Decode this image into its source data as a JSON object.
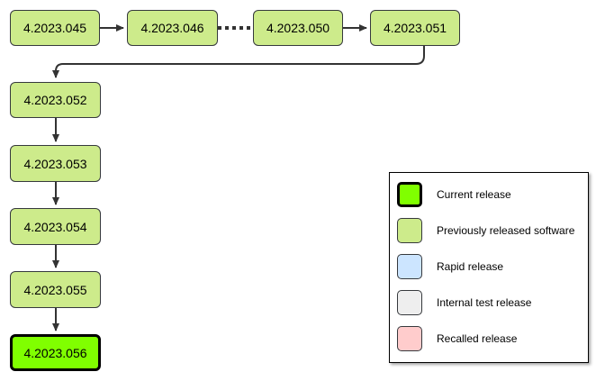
{
  "nodes": [
    {
      "id": "n045",
      "label": "4.2023.045",
      "status": "previous"
    },
    {
      "id": "n046",
      "label": "4.2023.046",
      "status": "previous"
    },
    {
      "id": "n050",
      "label": "4.2023.050",
      "status": "previous"
    },
    {
      "id": "n051",
      "label": "4.2023.051",
      "status": "previous"
    },
    {
      "id": "n052",
      "label": "4.2023.052",
      "status": "previous"
    },
    {
      "id": "n053",
      "label": "4.2023.053",
      "status": "previous"
    },
    {
      "id": "n054",
      "label": "4.2023.054",
      "status": "previous"
    },
    {
      "id": "n055",
      "label": "4.2023.055",
      "status": "previous"
    },
    {
      "id": "n056",
      "label": "4.2023.056",
      "status": "current"
    }
  ],
  "edges": [
    {
      "from": "n045",
      "to": "n046",
      "style": "solid"
    },
    {
      "from": "n046",
      "to": "n050",
      "style": "dotted"
    },
    {
      "from": "n050",
      "to": "n051",
      "style": "solid"
    },
    {
      "from": "n051",
      "to": "n052",
      "style": "solid"
    },
    {
      "from": "n052",
      "to": "n053",
      "style": "solid"
    },
    {
      "from": "n053",
      "to": "n054",
      "style": "solid"
    },
    {
      "from": "n054",
      "to": "n055",
      "style": "solid"
    },
    {
      "from": "n055",
      "to": "n056",
      "style": "solid"
    }
  ],
  "legend": {
    "items": [
      {
        "label": "Current release",
        "color": "#80ff00"
      },
      {
        "label": "Previously released software",
        "color": "#cdeb8b"
      },
      {
        "label": "Rapid release",
        "color": "#cce5ff"
      },
      {
        "label": "Internal test release",
        "color": "#eeeeee"
      },
      {
        "label": "Recalled release",
        "color": "#ffcccc"
      }
    ]
  },
  "colors": {
    "current_fill": "#80ff00",
    "previous_fill": "#cdeb8b",
    "border": "#36393d",
    "connector": "#333333"
  }
}
